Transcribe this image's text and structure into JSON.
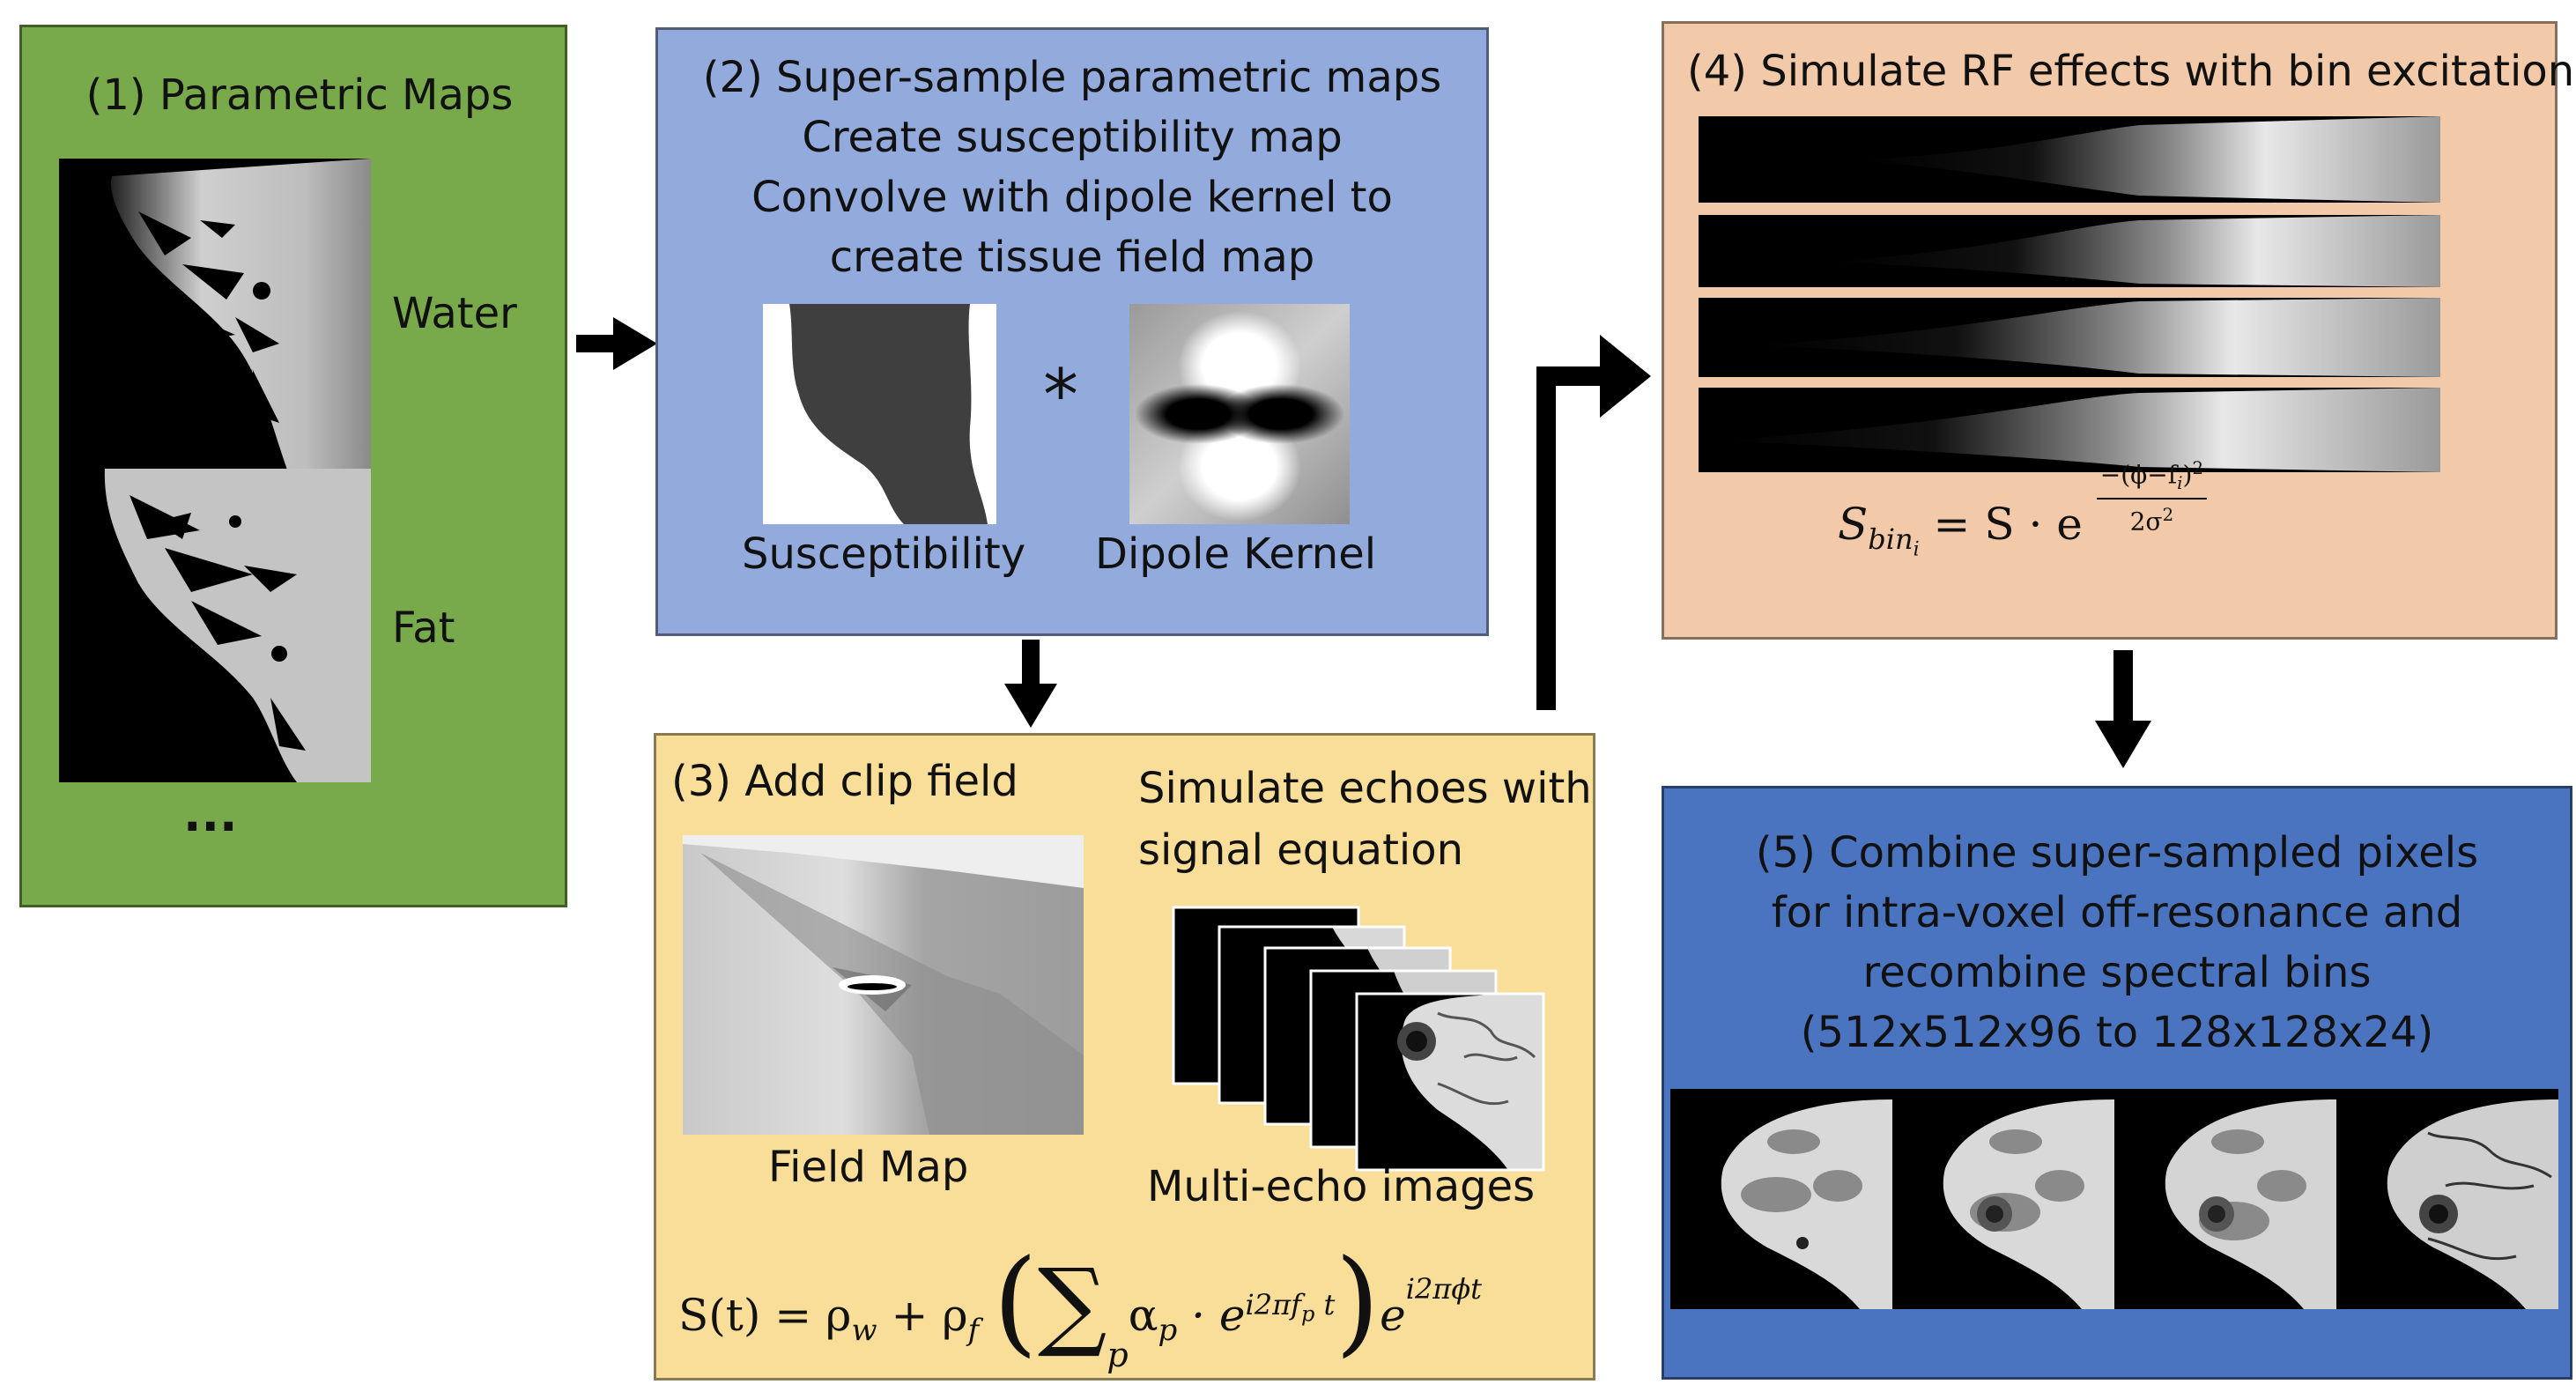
{
  "colors": {
    "panel1": "#78a94a",
    "panel2": "#93aadc",
    "panel3": "#f8de98",
    "panel4": "#f2caa9",
    "panel5": "#4a74c0",
    "arrow": "#000000"
  },
  "panel1": {
    "title": "(1) Parametric Maps",
    "label_water": "Water",
    "label_fat": "Fat",
    "ellipsis": "..."
  },
  "panel2": {
    "lines": [
      "(2) Super-sample parametric maps",
      "Create susceptibility map",
      "Convolve with dipole kernel to",
      "create tissue field map"
    ],
    "operator": "*",
    "label_susceptibility": "Susceptibility",
    "label_kernel": "Dipole Kernel"
  },
  "panel3": {
    "title": "(3) Add clip field",
    "echo_line1": "Simulate echoes with",
    "echo_line2": "signal equation",
    "label_field_map": "Field Map",
    "label_multi_echo": "Multi-echo images",
    "equation": {
      "lhs": "S(t) = ρ",
      "w": "w",
      "plus": " + ρ",
      "f": "f",
      "sum": "∑",
      "p": "p",
      "alpha": "α",
      "dot_e": " · e",
      "exp1": "i2πf",
      "exp1_sub": "p",
      "exp1_t": " t",
      "e2": "e",
      "exp2": "i2πϕt"
    }
  },
  "panel4": {
    "title": "(4) Simulate RF effects with bin excitation",
    "equation": {
      "S": "S",
      "bin": "bin",
      "i": "i",
      "rhs": " = S · e",
      "num": "−(ϕ−f",
      "num_i": "i",
      "num_close": ")",
      "num_sq": "2",
      "den": "2σ",
      "den_sq": "2"
    }
  },
  "panel5": {
    "lines": [
      "(5) Combine super-sampled pixels",
      "for intra-voxel off-resonance and",
      "recombine spectral bins",
      "(512x512x96 to 128x128x24)"
    ]
  }
}
